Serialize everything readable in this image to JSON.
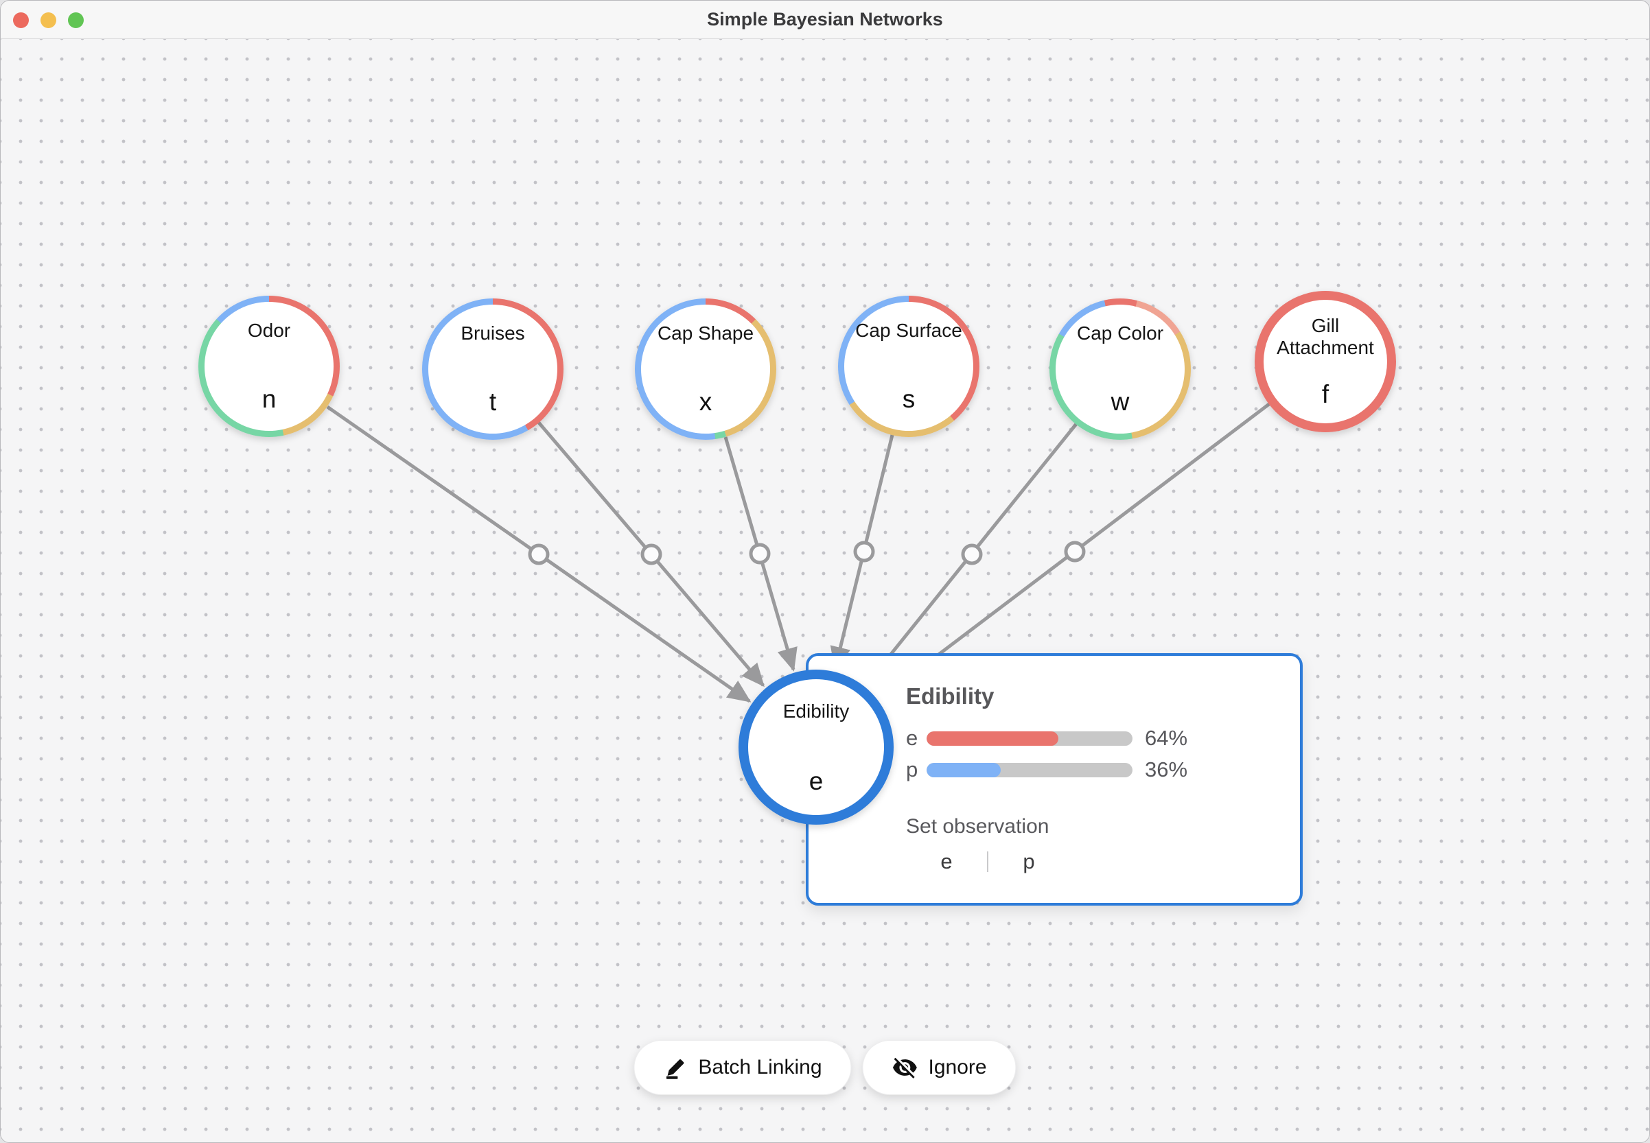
{
  "window": {
    "title": "Simple Bayesian Networks"
  },
  "palette": {
    "red": "#e9746d",
    "salmon": "#f0a493",
    "yellow": "#e5be6f",
    "green": "#77d6a5",
    "blue": "#7fb2f6",
    "accent": "#2e7cd9",
    "edge_gray": "#9a9a9c",
    "track_gray": "#c8c8c8"
  },
  "nodes": [
    {
      "id": "odor",
      "label": "Odor",
      "state": "n",
      "ring": [
        {
          "c": "red",
          "a0": 0,
          "a1": 115
        },
        {
          "c": "yellow",
          "a0": 115,
          "a1": 168
        },
        {
          "c": "green",
          "a0": 168,
          "a1": 312
        },
        {
          "c": "blue",
          "a0": 312,
          "a1": 360
        }
      ]
    },
    {
      "id": "bruises",
      "label": "Bruises",
      "state": "t",
      "ring": [
        {
          "c": "red",
          "a0": 0,
          "a1": 150
        },
        {
          "c": "blue",
          "a0": 150,
          "a1": 360
        }
      ]
    },
    {
      "id": "cap-shape",
      "label": "Cap Shape",
      "state": "x",
      "ring": [
        {
          "c": "red",
          "a0": 0,
          "a1": 45
        },
        {
          "c": "yellow",
          "a0": 45,
          "a1": 163
        },
        {
          "c": "green",
          "a0": 163,
          "a1": 172
        },
        {
          "c": "blue",
          "a0": 172,
          "a1": 360
        }
      ]
    },
    {
      "id": "cap-surface",
      "label": "Cap Surface",
      "state": "s",
      "ring": [
        {
          "c": "red",
          "a0": 0,
          "a1": 140
        },
        {
          "c": "yellow",
          "a0": 140,
          "a1": 237
        },
        {
          "c": "blue",
          "a0": 237,
          "a1": 360
        }
      ]
    },
    {
      "id": "cap-color",
      "label": "Cap Color",
      "state": "w",
      "ring": [
        {
          "c": "red",
          "a0": 0,
          "a1": 14
        },
        {
          "c": "salmon",
          "a0": 14,
          "a1": 58
        },
        {
          "c": "yellow",
          "a0": 58,
          "a1": 170
        },
        {
          "c": "green",
          "a0": 170,
          "a1": 300
        },
        {
          "c": "blue",
          "a0": 300,
          "a1": 347
        },
        {
          "c": "red",
          "a0": 347,
          "a1": 360
        }
      ]
    },
    {
      "id": "gill-attachment",
      "label": "Gill Attachment",
      "state": "f",
      "ring": [
        {
          "c": "red",
          "a0": 0,
          "a1": 360
        }
      ]
    },
    {
      "id": "edibility",
      "label": "Edibility",
      "state": "e",
      "selected": true,
      "ring": [
        {
          "c": "accent",
          "a0": 0,
          "a1": 360
        }
      ]
    }
  ],
  "edges": [
    {
      "from": "odor",
      "to": "edibility"
    },
    {
      "from": "bruises",
      "to": "edibility"
    },
    {
      "from": "cap-shape",
      "to": "edibility"
    },
    {
      "from": "cap-surface",
      "to": "edibility"
    },
    {
      "from": "cap-color",
      "to": "edibility"
    },
    {
      "from": "gill-attachment",
      "to": "edibility"
    }
  ],
  "panel": {
    "title": "Edibility",
    "bars": [
      {
        "label": "e",
        "value": 64,
        "display": "64%",
        "color": "red"
      },
      {
        "label": "p",
        "value": 36,
        "display": "36%",
        "color": "blue"
      }
    ],
    "set_observation_label": "Set observation",
    "observation_options": [
      "e",
      "p"
    ]
  },
  "toolbar": {
    "batch_linking_label": "Batch Linking",
    "ignore_label": "Ignore"
  }
}
